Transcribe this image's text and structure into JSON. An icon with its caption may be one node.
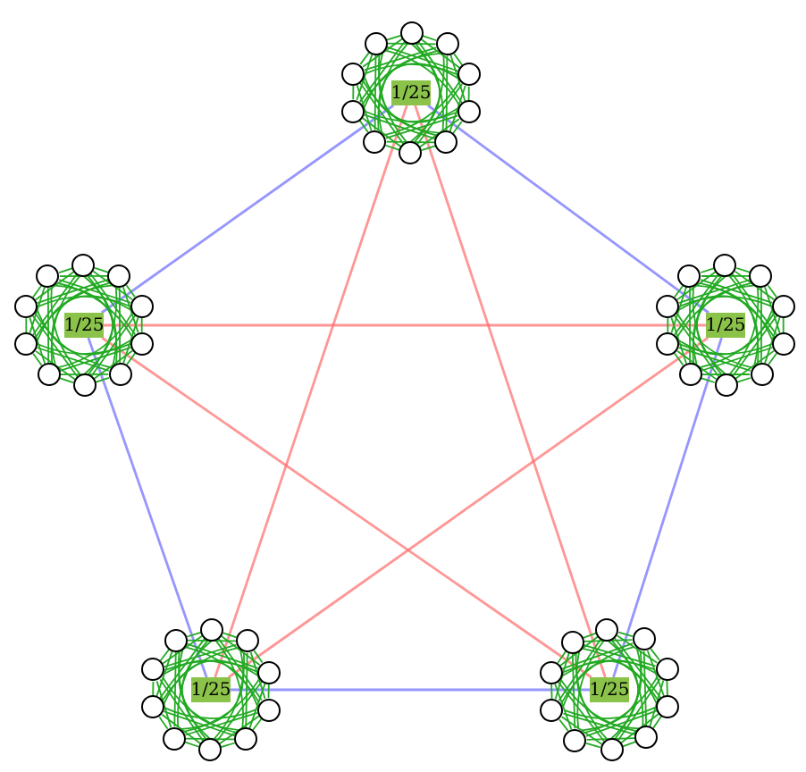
{
  "diagram": {
    "nodes": [
      {
        "text": [
          "1/25"
        ]
      },
      {
        "text": [
          "1/25"
        ]
      },
      {
        "text": [
          "1/25"
        ]
      },
      {
        "text": [
          "1/25"
        ]
      },
      {
        "text": [
          "1/25"
        ]
      },
      {
        "text": [],
        "shape": "circle"
      },
      {
        "text": [],
        "shape": "circle"
      },
      {
        "text": [],
        "shape": "circle"
      },
      {
        "text": [],
        "shape": "circle"
      },
      {
        "text": [],
        "shape": "circle"
      },
      {
        "text": [],
        "shape": "circle"
      },
      {
        "text": [],
        "shape": "circle"
      },
      {
        "text": [],
        "shape": "circle"
      },
      {
        "text": [],
        "shape": "circle"
      },
      {
        "text": [],
        "shape": "circle"
      },
      {
        "text": [],
        "shape": "circle"
      },
      {
        "text": [],
        "shape": "circle"
      },
      {
        "text": [],
        "shape": "circle"
      },
      {
        "text": [],
        "shape": "circle"
      },
      {
        "text": [],
        "shape": "circle"
      },
      {
        "text": [],
        "shape": "circle"
      },
      {
        "text": [],
        "shape": "circle"
      },
      {
        "text": [],
        "shape": "circle"
      },
      {
        "text": [],
        "shape": "circle"
      },
      {
        "text": [],
        "shape": "circle"
      },
      {
        "text": [],
        "shape": "circle"
      },
      {
        "text": [],
        "shape": "circle"
      },
      {
        "text": [],
        "shape": "circle"
      },
      {
        "text": [],
        "shape": "circle"
      },
      {
        "text": [],
        "shape": "circle"
      },
      {
        "text": [],
        "shape": "circle"
      },
      {
        "text": [],
        "shape": "circle"
      },
      {
        "text": [],
        "shape": "circle"
      },
      {
        "text": [],
        "shape": "circle"
      },
      {
        "text": [],
        "shape": "circle"
      },
      {
        "text": [],
        "shape": "circle"
      },
      {
        "text": [],
        "shape": "circle"
      },
      {
        "text": [],
        "shape": "circle"
      },
      {
        "text": [],
        "shape": "circle"
      },
      {
        "text": [],
        "shape": "circle"
      },
      {
        "text": [],
        "shape": "circle"
      },
      {
        "text": [],
        "shape": "circle"
      },
      {
        "text": [],
        "shape": "circle"
      },
      {
        "text": [],
        "shape": "circle"
      },
      {
        "text": [],
        "shape": "circle"
      },
      {
        "text": [],
        "shape": "circle"
      },
      {
        "text": [],
        "shape": "circle"
      },
      {
        "text": [],
        "shape": "circle"
      },
      {
        "text": [],
        "shape": "circle"
      },
      {
        "text": [],
        "shape": "circle"
      },
      {
        "text": [],
        "shape": "circle"
      },
      {
        "text": [],
        "shape": "circle"
      },
      {
        "text": [],
        "shape": "circle"
      },
      {
        "text": [],
        "shape": "circle"
      },
      {
        "text": [],
        "shape": "circle"
      }
    ],
    "edges": [
      {
        "from": 0,
        "to": 1,
        "arrow": "none",
        "color": "#6a6aff"
      },
      {
        "from": 0,
        "to": 2,
        "arrow": "none",
        "color": "#6a6aff"
      },
      {
        "from": 2,
        "to": 4,
        "arrow": "none",
        "color": "#6a6aff"
      },
      {
        "from": 4,
        "to": 3,
        "arrow": "none",
        "color": "#6a6aff"
      },
      {
        "from": 3,
        "to": 1,
        "arrow": "none",
        "color": "#6a6aff"
      },
      {
        "from": 0,
        "to": 3,
        "arrow": "none",
        "color": "#ff6a6a"
      },
      {
        "from": 0,
        "to": 4,
        "arrow": "none",
        "color": "#ff6a6a"
      },
      {
        "from": 1,
        "to": 2,
        "arrow": "none",
        "color": "#ff6a6a"
      },
      {
        "from": 1,
        "to": 4,
        "arrow": "none",
        "color": "#ff6a6a"
      },
      {
        "from": 2,
        "to": 3,
        "arrow": "none",
        "color": "#ff6a6a"
      },
      {
        "from": 5,
        "to": 6,
        "arrow": "none"
      },
      {
        "from": 5,
        "to": 7,
        "arrow": "none"
      },
      {
        "from": 5,
        "to": 8,
        "arrow": "none"
      },
      {
        "from": 5,
        "to": 9,
        "arrow": "none"
      },
      {
        "from": 5,
        "to": 10,
        "arrow": "none"
      },
      {
        "from": 5,
        "to": 11,
        "arrow": "none"
      },
      {
        "from": 5,
        "to": 12,
        "arrow": "none"
      },
      {
        "from": 5,
        "to": 13,
        "arrow": "none"
      },
      {
        "from": 5,
        "to": 14,
        "arrow": "none"
      },
      {
        "from": 6,
        "to": 7,
        "arrow": "none"
      },
      {
        "from": 6,
        "to": 8,
        "arrow": "none"
      },
      {
        "from": 6,
        "to": 9,
        "arrow": "none"
      },
      {
        "from": 6,
        "to": 10,
        "arrow": "none"
      },
      {
        "from": 6,
        "to": 11,
        "arrow": "none"
      },
      {
        "from": 6,
        "to": 12,
        "arrow": "none"
      },
      {
        "from": 6,
        "to": 13,
        "arrow": "none"
      },
      {
        "from": 6,
        "to": 14,
        "arrow": "none"
      },
      {
        "from": 7,
        "to": 8,
        "arrow": "none"
      },
      {
        "from": 7,
        "to": 9,
        "arrow": "none"
      },
      {
        "from": 7,
        "to": 10,
        "arrow": "none"
      },
      {
        "from": 7,
        "to": 11,
        "arrow": "none"
      },
      {
        "from": 7,
        "to": 12,
        "arrow": "none"
      },
      {
        "from": 7,
        "to": 13,
        "arrow": "none"
      },
      {
        "from": 7,
        "to": 14,
        "arrow": "none"
      },
      {
        "from": 8,
        "to": 9,
        "arrow": "none"
      },
      {
        "from": 8,
        "to": 10,
        "arrow": "none"
      },
      {
        "from": 8,
        "to": 11,
        "arrow": "none"
      },
      {
        "from": 8,
        "to": 12,
        "arrow": "none"
      },
      {
        "from": 8,
        "to": 13,
        "arrow": "none"
      },
      {
        "from": 8,
        "to": 14,
        "arrow": "none"
      },
      {
        "from": 9,
        "to": 10,
        "arrow": "none"
      },
      {
        "from": 9,
        "to": 11,
        "arrow": "none"
      },
      {
        "from": 9,
        "to": 12,
        "arrow": "none"
      },
      {
        "from": 9,
        "to": 13,
        "arrow": "none"
      },
      {
        "from": 9,
        "to": 14,
        "arrow": "none"
      },
      {
        "from": 10,
        "to": 11,
        "arrow": "none"
      },
      {
        "from": 10,
        "to": 12,
        "arrow": "none"
      },
      {
        "from": 10,
        "to": 13,
        "arrow": "none"
      },
      {
        "from": 10,
        "to": 14,
        "arrow": "none"
      },
      {
        "from": 11,
        "to": 12,
        "arrow": "none"
      },
      {
        "from": 11,
        "to": 13,
        "arrow": "none"
      },
      {
        "from": 11,
        "to": 14,
        "arrow": "none"
      },
      {
        "from": 12,
        "to": 13,
        "arrow": "none"
      },
      {
        "from": 12,
        "to": 14,
        "arrow": "none"
      },
      {
        "from": 13,
        "to": 14,
        "arrow": "none"
      },
      {
        "from": 15,
        "to": 16,
        "arrow": "none"
      },
      {
        "from": 15,
        "to": 17,
        "arrow": "none"
      },
      {
        "from": 15,
        "to": 18,
        "arrow": "none"
      },
      {
        "from": 15,
        "to": 19,
        "arrow": "none"
      },
      {
        "from": 15,
        "to": 20,
        "arrow": "none"
      },
      {
        "from": 15,
        "to": 21,
        "arrow": "none"
      },
      {
        "from": 15,
        "to": 22,
        "arrow": "none"
      },
      {
        "from": 15,
        "to": 23,
        "arrow": "none"
      },
      {
        "from": 15,
        "to": 24,
        "arrow": "none"
      },
      {
        "from": 16,
        "to": 17,
        "arrow": "none"
      },
      {
        "from": 16,
        "to": 18,
        "arrow": "none"
      },
      {
        "from": 16,
        "to": 19,
        "arrow": "none"
      },
      {
        "from": 16,
        "to": 20,
        "arrow": "none"
      },
      {
        "from": 16,
        "to": 21,
        "arrow": "none"
      },
      {
        "from": 16,
        "to": 22,
        "arrow": "none"
      },
      {
        "from": 16,
        "to": 23,
        "arrow": "none"
      },
      {
        "from": 16,
        "to": 24,
        "arrow": "none"
      },
      {
        "from": 17,
        "to": 18,
        "arrow": "none"
      },
      {
        "from": 17,
        "to": 19,
        "arrow": "none"
      },
      {
        "from": 17,
        "to": 20,
        "arrow": "none"
      },
      {
        "from": 17,
        "to": 21,
        "arrow": "none"
      },
      {
        "from": 17,
        "to": 22,
        "arrow": "none"
      },
      {
        "from": 17,
        "to": 23,
        "arrow": "none"
      },
      {
        "from": 17,
        "to": 24,
        "arrow": "none"
      },
      {
        "from": 18,
        "to": 19,
        "arrow": "none"
      },
      {
        "from": 18,
        "to": 20,
        "arrow": "none"
      },
      {
        "from": 18,
        "to": 21,
        "arrow": "none"
      },
      {
        "from": 18,
        "to": 22,
        "arrow": "none"
      },
      {
        "from": 18,
        "to": 23,
        "arrow": "none"
      },
      {
        "from": 18,
        "to": 24,
        "arrow": "none"
      },
      {
        "from": 19,
        "to": 20,
        "arrow": "none"
      },
      {
        "from": 19,
        "to": 21,
        "arrow": "none"
      },
      {
        "from": 19,
        "to": 22,
        "arrow": "none"
      },
      {
        "from": 19,
        "to": 23,
        "arrow": "none"
      },
      {
        "from": 19,
        "to": 24,
        "arrow": "none"
      },
      {
        "from": 20,
        "to": 21,
        "arrow": "none"
      },
      {
        "from": 20,
        "to": 22,
        "arrow": "none"
      },
      {
        "from": 20,
        "to": 23,
        "arrow": "none"
      },
      {
        "from": 20,
        "to": 24,
        "arrow": "none"
      },
      {
        "from": 21,
        "to": 22,
        "arrow": "none"
      },
      {
        "from": 21,
        "to": 23,
        "arrow": "none"
      },
      {
        "from": 21,
        "to": 24,
        "arrow": "none"
      },
      {
        "from": 22,
        "to": 23,
        "arrow": "none"
      },
      {
        "from": 22,
        "to": 24,
        "arrow": "none"
      },
      {
        "from": 23,
        "to": 24,
        "arrow": "none"
      },
      {
        "from": 25,
        "to": 26,
        "arrow": "none"
      },
      {
        "from": 25,
        "to": 27,
        "arrow": "none"
      },
      {
        "from": 25,
        "to": 28,
        "arrow": "none"
      },
      {
        "from": 25,
        "to": 29,
        "arrow": "none"
      },
      {
        "from": 25,
        "to": 30,
        "arrow": "none"
      },
      {
        "from": 25,
        "to": 31,
        "arrow": "none"
      },
      {
        "from": 25,
        "to": 32,
        "arrow": "none"
      },
      {
        "from": 25,
        "to": 33,
        "arrow": "none"
      },
      {
        "from": 25,
        "to": 34,
        "arrow": "none"
      },
      {
        "from": 26,
        "to": 27,
        "arrow": "none"
      },
      {
        "from": 26,
        "to": 28,
        "arrow": "none"
      },
      {
        "from": 26,
        "to": 29,
        "arrow": "none"
      },
      {
        "from": 26,
        "to": 30,
        "arrow": "none"
      },
      {
        "from": 26,
        "to": 31,
        "arrow": "none"
      },
      {
        "from": 26,
        "to": 32,
        "arrow": "none"
      },
      {
        "from": 26,
        "to": 33,
        "arrow": "none"
      },
      {
        "from": 26,
        "to": 34,
        "arrow": "none"
      },
      {
        "from": 27,
        "to": 28,
        "arrow": "none"
      },
      {
        "from": 27,
        "to": 29,
        "arrow": "none"
      },
      {
        "from": 27,
        "to": 30,
        "arrow": "none"
      },
      {
        "from": 27,
        "to": 31,
        "arrow": "none"
      },
      {
        "from": 27,
        "to": 32,
        "arrow": "none"
      },
      {
        "from": 27,
        "to": 33,
        "arrow": "none"
      },
      {
        "from": 27,
        "to": 34,
        "arrow": "none"
      },
      {
        "from": 28,
        "to": 29,
        "arrow": "none"
      },
      {
        "from": 28,
        "to": 30,
        "arrow": "none"
      },
      {
        "from": 28,
        "to": 31,
        "arrow": "none"
      },
      {
        "from": 28,
        "to": 32,
        "arrow": "none"
      },
      {
        "from": 28,
        "to": 33,
        "arrow": "none"
      },
      {
        "from": 28,
        "to": 34,
        "arrow": "none"
      },
      {
        "from": 29,
        "to": 30,
        "arrow": "none"
      },
      {
        "from": 29,
        "to": 31,
        "arrow": "none"
      },
      {
        "from": 29,
        "to": 32,
        "arrow": "none"
      },
      {
        "from": 29,
        "to": 33,
        "arrow": "none"
      },
      {
        "from": 29,
        "to": 34,
        "arrow": "none"
      },
      {
        "from": 30,
        "to": 31,
        "arrow": "none"
      },
      {
        "from": 30,
        "to": 32,
        "arrow": "none"
      },
      {
        "from": 30,
        "to": 33,
        "arrow": "none"
      },
      {
        "from": 30,
        "to": 34,
        "arrow": "none"
      },
      {
        "from": 31,
        "to": 32,
        "arrow": "none"
      },
      {
        "from": 31,
        "to": 33,
        "arrow": "none"
      },
      {
        "from": 31,
        "to": 34,
        "arrow": "none"
      },
      {
        "from": 32,
        "to": 33,
        "arrow": "none"
      },
      {
        "from": 32,
        "to": 34,
        "arrow": "none"
      },
      {
        "from": 33,
        "to": 34,
        "arrow": "none"
      },
      {
        "from": 35,
        "to": 36,
        "arrow": "none"
      },
      {
        "from": 35,
        "to": 37,
        "arrow": "none"
      },
      {
        "from": 35,
        "to": 38,
        "arrow": "none"
      },
      {
        "from": 35,
        "to": 39,
        "arrow": "none"
      },
      {
        "from": 35,
        "to": 40,
        "arrow": "none"
      },
      {
        "from": 35,
        "to": 41,
        "arrow": "none"
      },
      {
        "from": 35,
        "to": 42,
        "arrow": "none"
      },
      {
        "from": 35,
        "to": 43,
        "arrow": "none"
      },
      {
        "from": 35,
        "to": 44,
        "arrow": "none"
      },
      {
        "from": 36,
        "to": 37,
        "arrow": "none"
      },
      {
        "from": 36,
        "to": 38,
        "arrow": "none"
      },
      {
        "from": 36,
        "to": 39,
        "arrow": "none"
      },
      {
        "from": 36,
        "to": 40,
        "arrow": "none"
      },
      {
        "from": 36,
        "to": 41,
        "arrow": "none"
      },
      {
        "from": 36,
        "to": 42,
        "arrow": "none"
      },
      {
        "from": 36,
        "to": 43,
        "arrow": "none"
      },
      {
        "from": 36,
        "to": 44,
        "arrow": "none"
      },
      {
        "from": 37,
        "to": 38,
        "arrow": "none"
      },
      {
        "from": 37,
        "to": 39,
        "arrow": "none"
      },
      {
        "from": 37,
        "to": 40,
        "arrow": "none"
      },
      {
        "from": 37,
        "to": 41,
        "arrow": "none"
      },
      {
        "from": 37,
        "to": 42,
        "arrow": "none"
      },
      {
        "from": 37,
        "to": 43,
        "arrow": "none"
      },
      {
        "from": 37,
        "to": 44,
        "arrow": "none"
      },
      {
        "from": 38,
        "to": 39,
        "arrow": "none"
      },
      {
        "from": 38,
        "to": 40,
        "arrow": "none"
      },
      {
        "from": 38,
        "to": 41,
        "arrow": "none"
      },
      {
        "from": 38,
        "to": 42,
        "arrow": "none"
      },
      {
        "from": 38,
        "to": 43,
        "arrow": "none"
      },
      {
        "from": 38,
        "to": 44,
        "arrow": "none"
      },
      {
        "from": 39,
        "to": 40,
        "arrow": "none"
      },
      {
        "from": 39,
        "to": 41,
        "arrow": "none"
      },
      {
        "from": 39,
        "to": 42,
        "arrow": "none"
      },
      {
        "from": 39,
        "to": 43,
        "arrow": "none"
      },
      {
        "from": 39,
        "to": 44,
        "arrow": "none"
      },
      {
        "from": 40,
        "to": 41,
        "arrow": "none"
      },
      {
        "from": 40,
        "to": 42,
        "arrow": "none"
      },
      {
        "from": 40,
        "to": 43,
        "arrow": "none"
      },
      {
        "from": 40,
        "to": 44,
        "arrow": "none"
      },
      {
        "from": 41,
        "to": 42,
        "arrow": "none"
      },
      {
        "from": 41,
        "to": 43,
        "arrow": "none"
      },
      {
        "from": 41,
        "to": 44,
        "arrow": "none"
      },
      {
        "from": 42,
        "to": 43,
        "arrow": "none"
      },
      {
        "from": 42,
        "to": 44,
        "arrow": "none"
      },
      {
        "from": 43,
        "to": 44,
        "arrow": "none"
      },
      {
        "from": 45,
        "to": 46,
        "arrow": "none"
      },
      {
        "from": 45,
        "to": 47,
        "arrow": "none"
      },
      {
        "from": 45,
        "to": 48,
        "arrow": "none"
      },
      {
        "from": 45,
        "to": 49,
        "arrow": "none"
      },
      {
        "from": 45,
        "to": 50,
        "arrow": "none"
      },
      {
        "from": 45,
        "to": 51,
        "arrow": "none"
      },
      {
        "from": 45,
        "to": 52,
        "arrow": "none"
      },
      {
        "from": 45,
        "to": 53,
        "arrow": "none"
      },
      {
        "from": 45,
        "to": 54,
        "arrow": "none"
      },
      {
        "from": 46,
        "to": 47,
        "arrow": "none"
      },
      {
        "from": 46,
        "to": 48,
        "arrow": "none"
      },
      {
        "from": 46,
        "to": 49,
        "arrow": "none"
      },
      {
        "from": 46,
        "to": 50,
        "arrow": "none"
      },
      {
        "from": 46,
        "to": 51,
        "arrow": "none"
      },
      {
        "from": 46,
        "to": 52,
        "arrow": "none"
      },
      {
        "from": 46,
        "to": 53,
        "arrow": "none"
      },
      {
        "from": 46,
        "to": 54,
        "arrow": "none"
      },
      {
        "from": 47,
        "to": 48,
        "arrow": "none"
      },
      {
        "from": 47,
        "to": 49,
        "arrow": "none"
      },
      {
        "from": 47,
        "to": 50,
        "arrow": "none"
      },
      {
        "from": 47,
        "to": 51,
        "arrow": "none"
      },
      {
        "from": 47,
        "to": 52,
        "arrow": "none"
      },
      {
        "from": 47,
        "to": 53,
        "arrow": "none"
      },
      {
        "from": 47,
        "to": 54,
        "arrow": "none"
      },
      {
        "from": 48,
        "to": 49,
        "arrow": "none"
      },
      {
        "from": 48,
        "to": 50,
        "arrow": "none"
      },
      {
        "from": 48,
        "to": 51,
        "arrow": "none"
      },
      {
        "from": 48,
        "to": 52,
        "arrow": "none"
      },
      {
        "from": 48,
        "to": 53,
        "arrow": "none"
      },
      {
        "from": 48,
        "to": 54,
        "arrow": "none"
      },
      {
        "from": 49,
        "to": 50,
        "arrow": "none"
      },
      {
        "from": 49,
        "to": 51,
        "arrow": "none"
      },
      {
        "from": 49,
        "to": 52,
        "arrow": "none"
      },
      {
        "from": 49,
        "to": 53,
        "arrow": "none"
      },
      {
        "from": 49,
        "to": 54,
        "arrow": "none"
      },
      {
        "from": 50,
        "to": 51,
        "arrow": "none"
      },
      {
        "from": 50,
        "to": 52,
        "arrow": "none"
      },
      {
        "from": 50,
        "to": 53,
        "arrow": "none"
      },
      {
        "from": 50,
        "to": 54,
        "arrow": "none"
      },
      {
        "from": 51,
        "to": 52,
        "arrow": "none"
      },
      {
        "from": 51,
        "to": 53,
        "arrow": "none"
      },
      {
        "from": 51,
        "to": 54,
        "arrow": "none"
      },
      {
        "from": 52,
        "to": 53,
        "arrow": "none"
      },
      {
        "from": 52,
        "to": 54,
        "arrow": "none"
      },
      {
        "from": 53,
        "to": 54,
        "arrow": "none"
      }
    ]
  }
}
